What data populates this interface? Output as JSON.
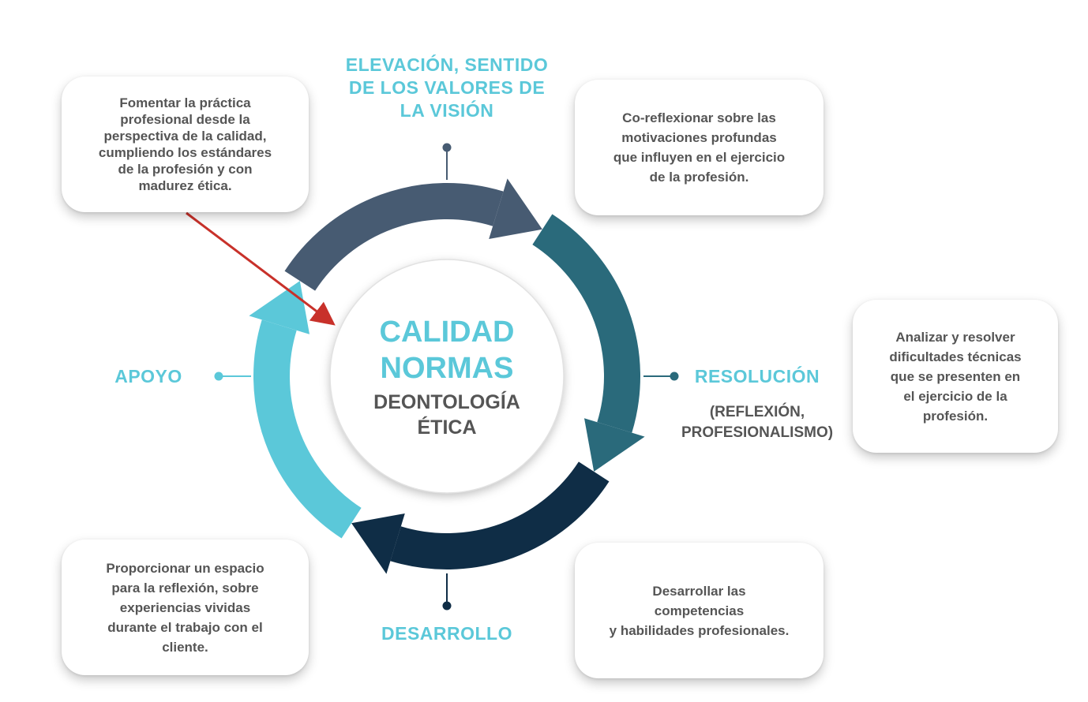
{
  "center": {
    "line1": "CALIDAD",
    "line2": "NORMAS",
    "line3": "DEONTOLOGÍA\nÉTICA"
  },
  "stages": {
    "top": "ELEVACIÓN, SENTIDO\nDE LOS VALORES DE\nLA VISIÓN",
    "right_title": "RESOLUCIÓN",
    "right_sub": "(REFLEXIÓN,\nPROFESIONALISMO)",
    "bottom": "DESARROLLO",
    "left": "APOYO"
  },
  "cards": {
    "top_left": "Fomentar la práctica\nprofesional desde la\nperspectiva de la calidad,\ncumpliendo los estándares\nde la profesión y con\nmadurez ética.",
    "top_right": "Co-reflexionar sobre las\nmotivaciones profundas\nque influyen en el ejercicio\nde la profesión.",
    "right": "Analizar y resolver\ndificultades técnicas\nque se presenten en\nel ejercicio de la\nprofesión.",
    "bottom_right": "Desarrollar las\ncompetencias\ny habilidades profesionales.",
    "bottom_left": "Proporcionar un espacio\npara la reflexión, sobre\nexperiencias vividas\ndurante el trabajo con el\ncliente."
  },
  "colors": {
    "cyan": "#5bc8d9",
    "slate": "#475b72",
    "teal": "#2a6a7b",
    "navy": "#0f2d46",
    "arrow_red": "#c8312a",
    "text_gray": "#555555"
  }
}
